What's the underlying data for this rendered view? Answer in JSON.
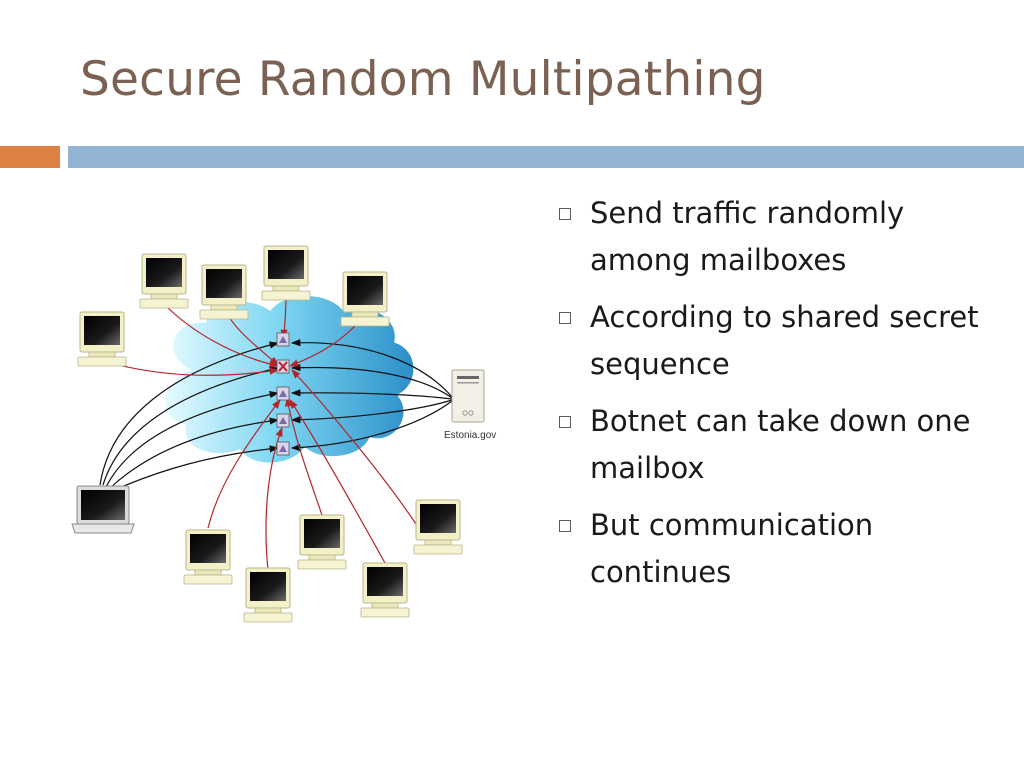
{
  "slide": {
    "title": "Secure Random Multipathing"
  },
  "diagram": {
    "server_label": "Estonia.gov",
    "icons": {
      "client": "desktop-computer-icon",
      "laptop": "laptop-icon",
      "server": "server-icon",
      "mailbox": "mailbox-icon",
      "cloud": "internet-cloud"
    },
    "colors": {
      "cloud_light": "#d9f6ff",
      "cloud_dark": "#3aaee0",
      "red_line": "#b3262b",
      "black_line": "#111111",
      "monitor_base": "#f3f0c8"
    }
  },
  "bullets": [
    {
      "text": "Send traffic randomly among mailboxes"
    },
    {
      "text": "According to shared secret sequence"
    },
    {
      "text": "Botnet can take down one mailbox"
    },
    {
      "text": "But communication continues"
    }
  ],
  "colors": {
    "title": "#7a6151",
    "accent_orange": "#dd8043",
    "accent_blue": "#93b5d3"
  }
}
